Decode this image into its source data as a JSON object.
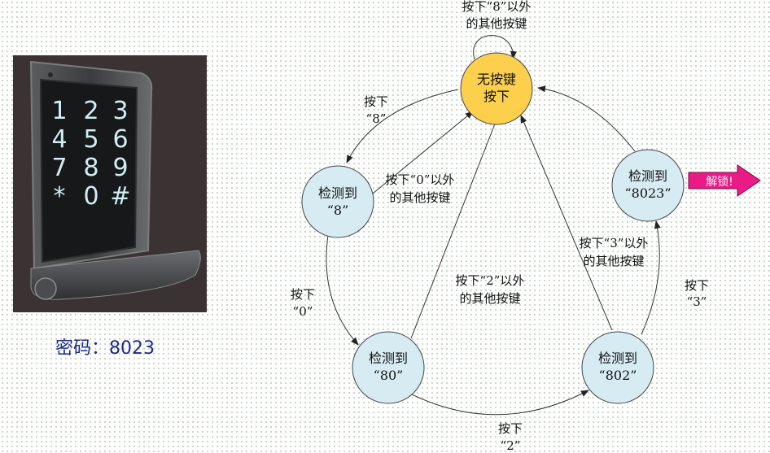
{
  "password_label": "密码：8023",
  "keypad": [
    "1",
    "2",
    "3",
    "4",
    "5",
    "6",
    "7",
    "8",
    "9",
    "*",
    "0",
    "#"
  ],
  "unlock_label": "解锁!",
  "colors": {
    "start_state": "#fcd04c",
    "state": "#d7ebf3",
    "unlock_arrow": "#ea1a86",
    "password_text": "#1a2a8a"
  },
  "states": [
    {
      "id": "idle",
      "line1": "无按键",
      "line2": "按下"
    },
    {
      "id": "s8",
      "line1": "检测到",
      "line2": "“8”"
    },
    {
      "id": "s80",
      "line1": "检测到",
      "line2": "“80”"
    },
    {
      "id": "s802",
      "line1": "检测到",
      "line2": "“802”"
    },
    {
      "id": "s8023",
      "line1": "检测到",
      "line2": "“8023”"
    }
  ],
  "edge_labels": {
    "self_loop": {
      "line1": "按下“8”以外",
      "line2": "的其他按键"
    },
    "idle_to_8": {
      "line1": "按下",
      "line2": "“8”"
    },
    "from_8_back": {
      "line1": "按下“0”以外",
      "line2": "的其他按键"
    },
    "8_to_80": {
      "line1": "按下",
      "line2": "“0”"
    },
    "from_80_back": {
      "line1": "按下“2”以外",
      "line2": "的其他按键"
    },
    "80_to_802": {
      "line1": "按下",
      "line2": "“2”"
    },
    "from_802_back": {
      "line1": "按下“3”以外",
      "line2": "的其他按键"
    },
    "802_to_8023": {
      "line1": "按下",
      "line2": "“3”"
    }
  }
}
